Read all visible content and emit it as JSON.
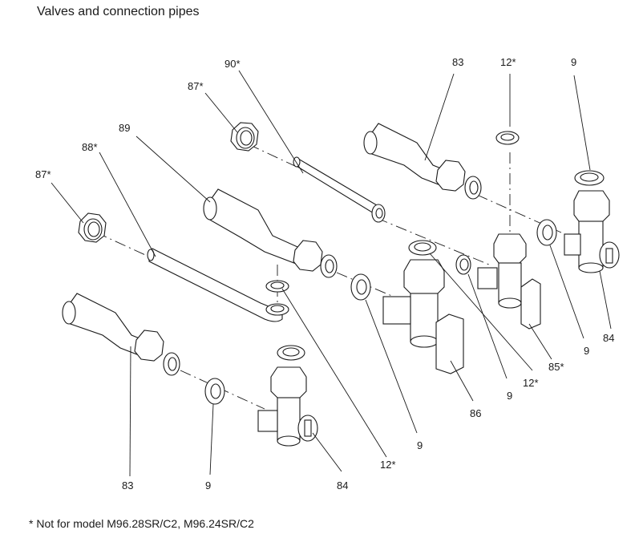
{
  "title": "Valves and connection pipes",
  "footnote": "* Not for model M96.28SR/C2, M96.24SR/C2",
  "callouts": [
    {
      "id": "c90",
      "text": "90*"
    },
    {
      "id": "c87a",
      "text": "87*"
    },
    {
      "id": "c89",
      "text": "89"
    },
    {
      "id": "c88",
      "text": "88*"
    },
    {
      "id": "c87b",
      "text": "87*"
    },
    {
      "id": "c83a",
      "text": "83"
    },
    {
      "id": "c12a",
      "text": "12*"
    },
    {
      "id": "c9a",
      "text": "9"
    },
    {
      "id": "c84a",
      "text": "84"
    },
    {
      "id": "c9b",
      "text": "9"
    },
    {
      "id": "c85",
      "text": "85*"
    },
    {
      "id": "c12b",
      "text": "12*"
    },
    {
      "id": "c9c",
      "text": "9"
    },
    {
      "id": "c86",
      "text": "86"
    },
    {
      "id": "c9d",
      "text": "9"
    },
    {
      "id": "c12c",
      "text": "12*"
    },
    {
      "id": "c84b",
      "text": "84"
    },
    {
      "id": "c9e",
      "text": "9"
    },
    {
      "id": "c83b",
      "text": "83"
    }
  ]
}
